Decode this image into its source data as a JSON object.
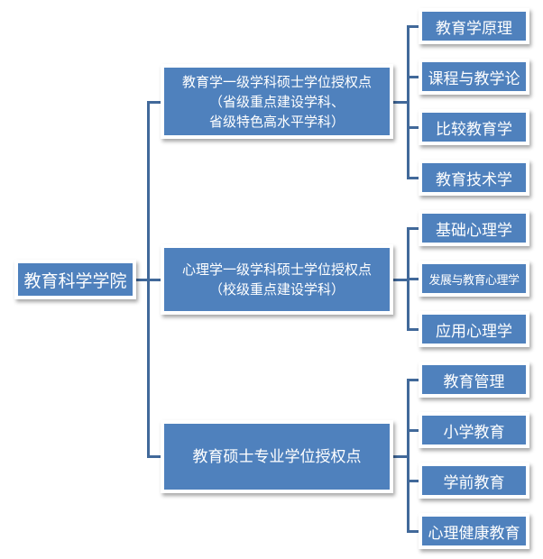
{
  "root": "教育科学学院",
  "groups": [
    {
      "label": "教育学一级学科硕士学位授权点\n（省级重点建设学科、\n省级特色高水平学科）",
      "items": [
        "教育学原理",
        "课程与教学论",
        "比较教育学",
        "教育技术学"
      ]
    },
    {
      "label": "心理学一级学科硕士学位授权点\n（校级重点建设学科）",
      "items": [
        "基础心理学",
        "发展与教育心理学",
        "应用心理学"
      ]
    },
    {
      "label": "教育硕士专业学位授权点",
      "items": [
        "教育管理",
        "小学教育",
        "学前教育",
        "心理健康教育"
      ]
    }
  ]
}
